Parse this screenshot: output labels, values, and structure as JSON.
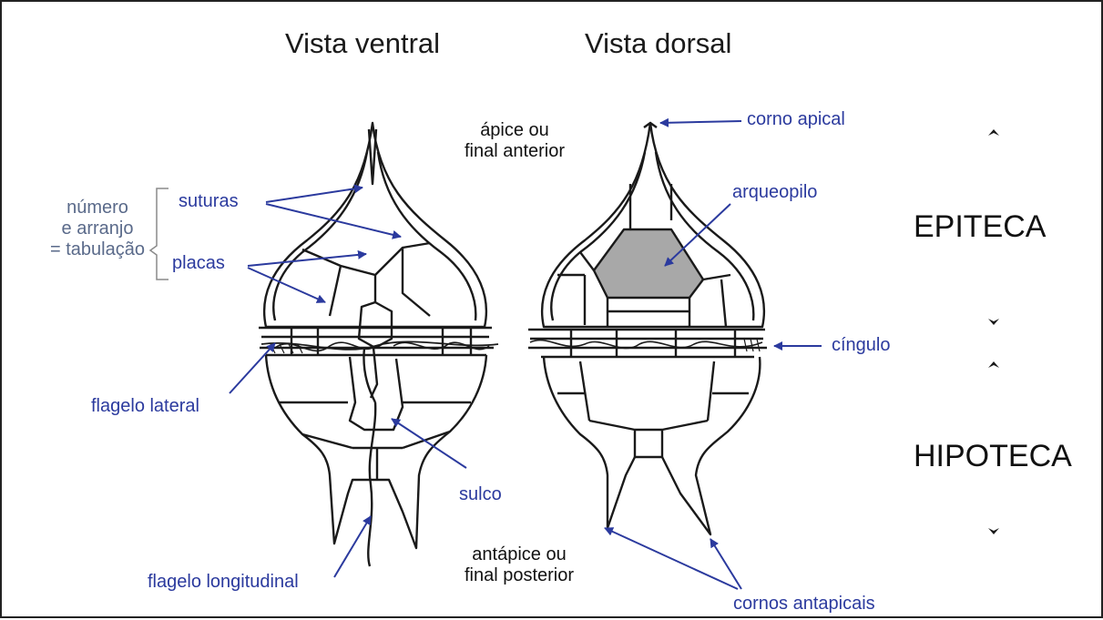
{
  "titles": {
    "ventral": "Vista ventral",
    "dorsal": "Vista dorsal"
  },
  "labels": {
    "apex_line1": "ápice ou",
    "apex_line2": "final anterior",
    "antapex_line1": "antápice ou",
    "antapex_line2": "final posterior",
    "tab_line1": "número",
    "tab_line2": "e arranjo",
    "tab_line3": "= tabulação",
    "suturas": "suturas",
    "placas": "placas",
    "flagelo_lateral": "flagelo lateral",
    "flagelo_longitudinal": "flagelo longitudinal",
    "sulco": "sulco",
    "corno_apical": "corno apical",
    "arqueopilo": "arqueopilo",
    "cingulo": "cíngulo",
    "cornos_antapicais": "cornos antapicais",
    "epiteca": "EPITECA",
    "hipoteca": "HIPOTECA"
  },
  "colors": {
    "annotation": "#2b3a9e",
    "outline": "#1a1a1a",
    "archeopyle": "#a8a8a8",
    "bracket": "#8a8a8a"
  }
}
